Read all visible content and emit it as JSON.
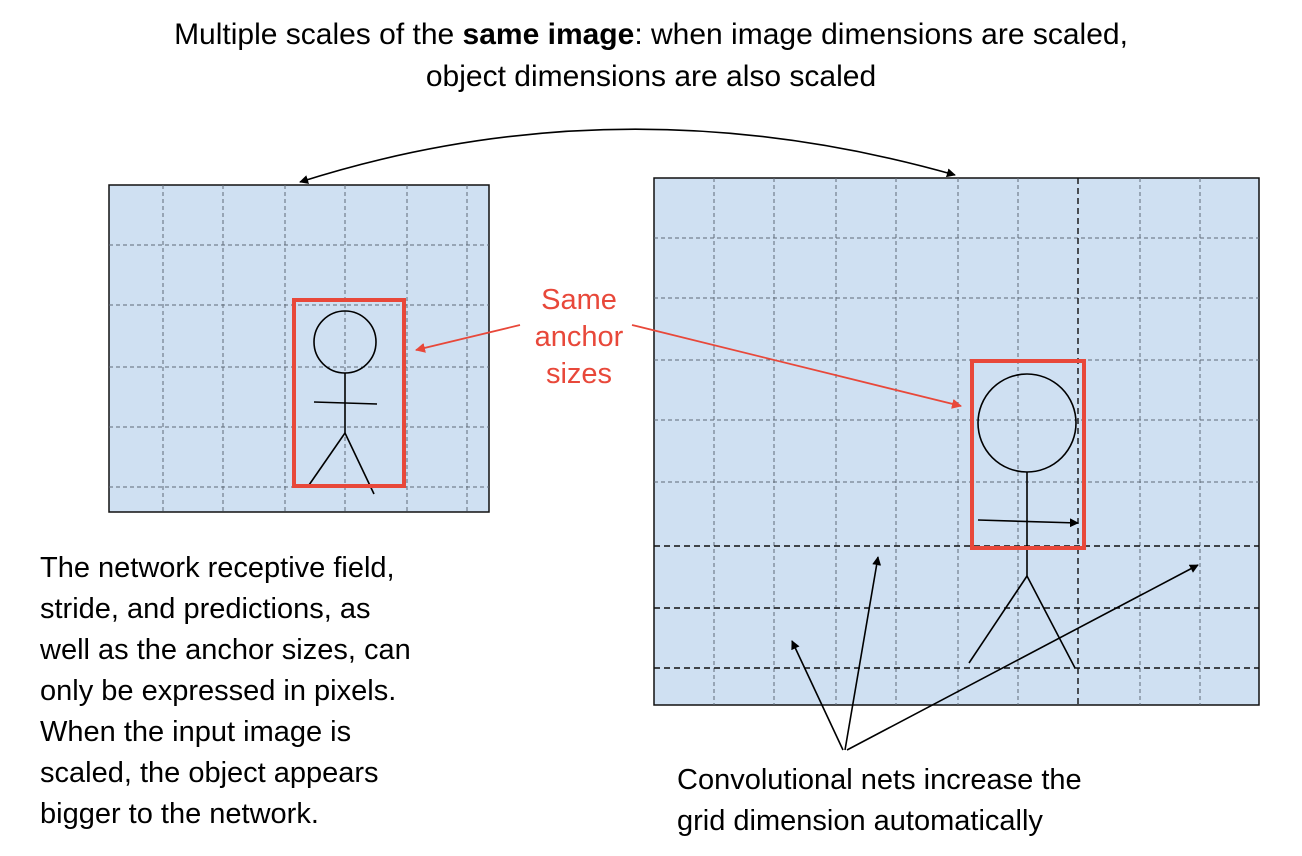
{
  "title": {
    "prefix": "Multiple scales of the ",
    "bold": "same image",
    "suffix": ": when image dimensions are scaled,",
    "line2": "object dimensions are also scaled"
  },
  "anchor_label": {
    "line1": "Same",
    "line2": "anchor",
    "line3": "sizes"
  },
  "left_caption": {
    "lines": [
      "The network receptive field,",
      "stride, and predictions, as",
      "well as the anchor sizes, can",
      "only be expressed in pixels.",
      "When the input image is",
      "scaled, the object appears",
      "bigger to the network."
    ]
  },
  "right_caption": {
    "lines": [
      "Convolutional nets increase the",
      "grid dimension automatically"
    ]
  },
  "colors": {
    "image_fill": "#cfe0f2",
    "anchor_red": "#e8483a",
    "grid": "#5f6a78",
    "ink": "#000000"
  }
}
